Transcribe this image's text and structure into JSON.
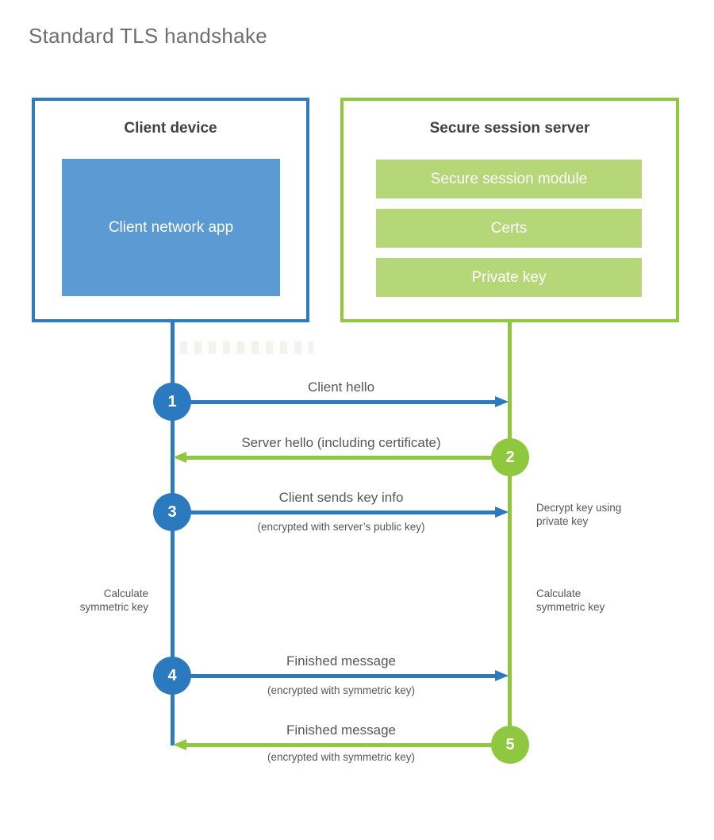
{
  "title": "Standard TLS handshake",
  "client": {
    "title": "Client device",
    "app_label": "Client network app"
  },
  "server": {
    "title": "Secure session server",
    "modules": [
      "Secure session module",
      "Certs",
      "Private key"
    ]
  },
  "steps": [
    {
      "num": "1",
      "actor": "client",
      "direction": "right",
      "label": "Client hello",
      "sublabel": ""
    },
    {
      "num": "2",
      "actor": "server",
      "direction": "left",
      "label": "Server hello (including certificate)",
      "sublabel": ""
    },
    {
      "num": "3",
      "actor": "client",
      "direction": "right",
      "label": "Client sends key info",
      "sublabel": "(encrypted with server’s public key)"
    },
    {
      "num": "4",
      "actor": "client",
      "direction": "right",
      "label": "Finished message",
      "sublabel": "(encrypted with symmetric key)"
    },
    {
      "num": "5",
      "actor": "server",
      "direction": "left",
      "label": "Finished message",
      "sublabel": "(encrypted with symmetric key)"
    }
  ],
  "side_notes": {
    "decrypt": "Decrypt key using private key",
    "calculate_left": "Calculate symmetric key",
    "calculate_right": "Calculate symmetric key"
  },
  "colors": {
    "blue": "#2b79be",
    "light_blue": "#5b9ad3",
    "green": "#8fc73e",
    "light_green": "#b5d778",
    "label_text": "#56575b",
    "heading_text": "#414042",
    "title_text": "#6d6e71"
  }
}
